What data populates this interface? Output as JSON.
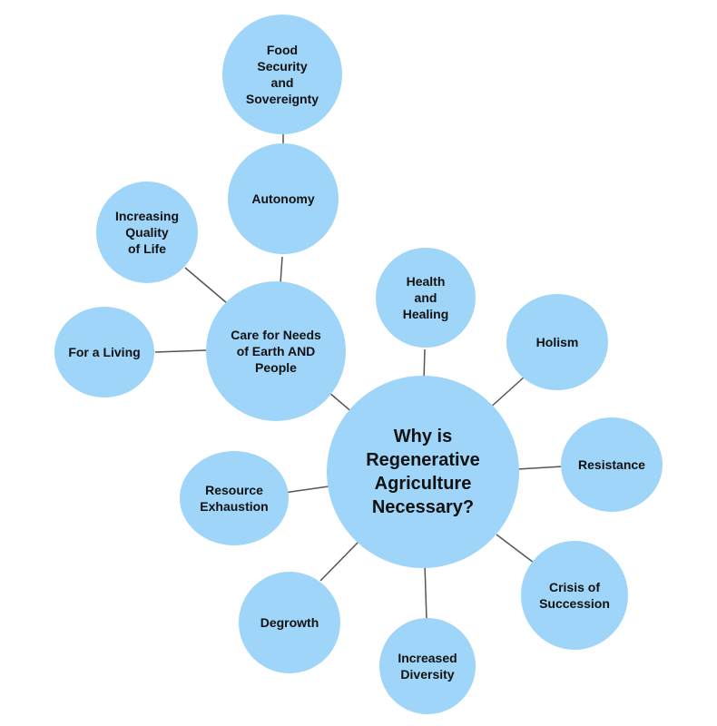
{
  "diagram": {
    "center": {
      "label": "Why is\nRegenerative\nAgriculture\nNecessary?"
    },
    "nodes": {
      "food": {
        "label": "Food\nSecurity\nand\nSovereignty"
      },
      "autonomy": {
        "label": "Autonomy"
      },
      "quality": {
        "label": "Increasing\nQuality\nof Life"
      },
      "care": {
        "label": "Care for Needs\nof Earth AND\nPeople"
      },
      "living": {
        "label": "For a Living"
      },
      "health": {
        "label": "Health\nand\nHealing"
      },
      "holism": {
        "label": "Holism"
      },
      "resistance": {
        "label": "Resistance"
      },
      "crisis": {
        "label": "Crisis of\nSuccession"
      },
      "diversity": {
        "label": "Increased\nDiversity"
      },
      "degrowth": {
        "label": "Degrowth"
      },
      "resource": {
        "label": "Resource\nExhaustion"
      }
    },
    "colors": {
      "node_fill": "#9fd5f8",
      "line": "#555555",
      "text": "#111111"
    }
  }
}
